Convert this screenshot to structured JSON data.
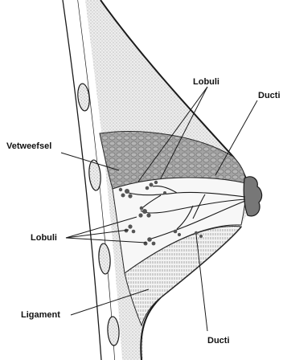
{
  "labels": {
    "lobuli_top": "Lobuli",
    "ducti_top": "Ducti",
    "vetweefsel": "Vetweefsel",
    "lobuli_left": "Lobuli",
    "ligament": "Ligament",
    "ducti_bottom": "Ducti"
  },
  "colors": {
    "outline": "#1a1a1a",
    "skin_fill": "#e9e9e9",
    "fat_fill": "#9a9a9a",
    "gland_fill": "#f7f7f7",
    "lobule": "#555555",
    "background": "#ffffff"
  }
}
